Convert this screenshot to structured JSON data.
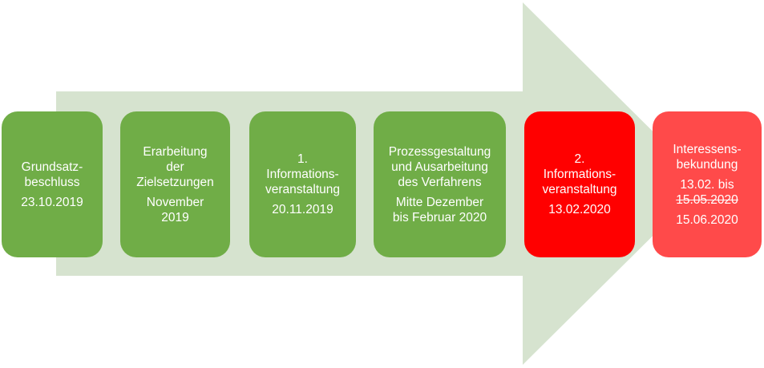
{
  "colors": {
    "arrow": "#d6e3cf",
    "green": "#70ad47",
    "red": "#ff0000",
    "light_red": "#ff4a4a",
    "text": "#ffffff"
  },
  "steps": [
    {
      "title_lines": [
        "Grundsatz-",
        "beschluss"
      ],
      "date_lines": [
        "23.10.2019"
      ]
    },
    {
      "title_lines": [
        "Erarbeitung",
        "der",
        "Zielsetzungen"
      ],
      "date_lines": [
        "November",
        "2019"
      ]
    },
    {
      "title_lines": [
        "1.",
        "Informations-",
        "veranstaltung"
      ],
      "date_lines": [
        "20.11.2019"
      ]
    },
    {
      "title_lines": [
        "Prozessgestaltung",
        "und Ausarbeitung",
        "des Verfahrens"
      ],
      "date_lines": [
        "Mitte Dezember",
        "bis Februar 2020"
      ]
    },
    {
      "title_lines": [
        "2.",
        "Informations-",
        "veranstaltung"
      ],
      "date_lines": [
        "13.02.2020"
      ]
    },
    {
      "title_lines": [
        "Interessens-",
        "bekundung"
      ],
      "date_lines": [
        "13.02. bis"
      ],
      "struck_date": "15.05.2020",
      "new_date": "15.06.2020"
    }
  ]
}
